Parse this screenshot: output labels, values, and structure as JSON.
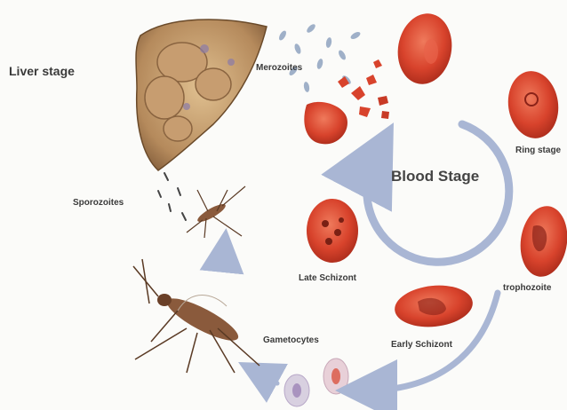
{
  "labels": {
    "liver_stage": "Liver stage",
    "merozoites": "Merozoites",
    "blood_stage": "Blood Stage",
    "ring_stage": "Ring stage",
    "sporozoites": "Sporozoites",
    "late_schizont": "Late Schizont",
    "trophozoite": "trophozoite",
    "early_schizont": "Early Schizont",
    "gametocytes": "Gametocytes"
  },
  "colors": {
    "background": "#fbfbf9",
    "red_cell": "#d8432c",
    "red_cell_dark": "#a82a1a",
    "liver": "#b58a5c",
    "arrow": "#a9b6d4",
    "mosquito": "#8a5a3c",
    "text": "#3a3a3a"
  },
  "icons": [
    "liver-icon",
    "mosquito-icon",
    "red-blood-cell-icon",
    "cycle-arrow-icon"
  ]
}
